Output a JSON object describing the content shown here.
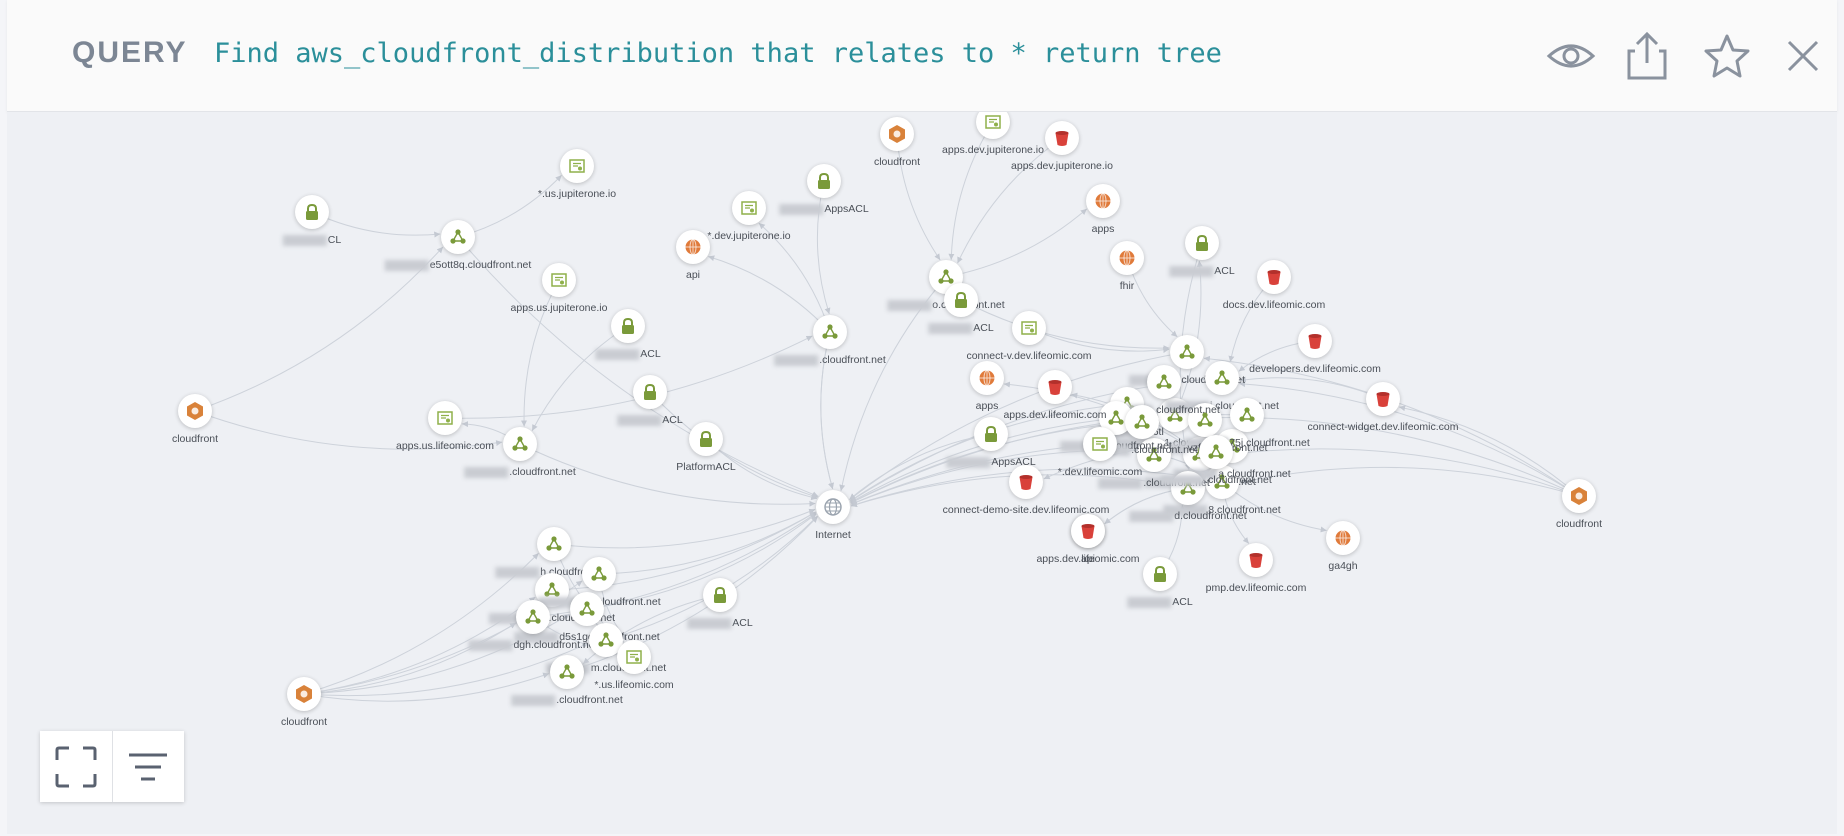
{
  "header": {
    "label": "QUERY",
    "query": "Find aws_cloudfront_distribution that relates to * return tree",
    "actions": [
      {
        "name": "view-icon"
      },
      {
        "name": "share-icon"
      },
      {
        "name": "star-icon"
      },
      {
        "name": "close-icon"
      }
    ]
  },
  "controls": [
    {
      "name": "fullscreen-icon"
    },
    {
      "name": "filter-icon"
    }
  ],
  "colors": {
    "query_text": "#2b8f9a",
    "query_label": "#7c8694",
    "acl": "#7a9a3a",
    "distribution": "#7a9a3a",
    "cert": "#8fb04a",
    "domain": "#e07a3a",
    "bucket": "#d9413a",
    "internet": "#9aa3ae",
    "edge": "#cdd2da"
  },
  "graph": {
    "nodes": [
      {
        "id": "inet",
        "type": "internet",
        "label": "Internet"
      },
      {
        "id": "cf1",
        "type": "cloudfront",
        "label": "cloudfront"
      },
      {
        "id": "cf2",
        "type": "cloudfront",
        "label": "cloudfront"
      },
      {
        "id": "cf3",
        "type": "cloudfront",
        "label": "cloudfront"
      },
      {
        "id": "cf4",
        "type": "cloudfront",
        "label": "cloudfront"
      },
      {
        "id": "d1",
        "type": "dist",
        "label": "e5ott8q.cloudfront.net",
        "redacted": true
      },
      {
        "id": "d2",
        "type": "dist",
        "label": ".cloudfront.net",
        "redacted": true
      },
      {
        "id": "d3",
        "type": "dist",
        "label": ".cloudfront.net",
        "redacted": true
      },
      {
        "id": "d4",
        "type": "dist",
        "label": "o.cloudfront.net",
        "redacted": true
      },
      {
        "id": "d5",
        "type": "dist",
        "label": "h.cloudfront.net",
        "redacted": true
      },
      {
        "id": "d6",
        "type": "dist",
        "label": "tn1.cloudfront.net",
        "redacted": true
      },
      {
        "id": "d7",
        "type": "dist",
        "label": "1a.cloudfront.net",
        "redacted": true
      },
      {
        "id": "d8",
        "type": "dist",
        "label": "d5s1gc.cloudfront.net",
        "redacted": true
      },
      {
        "id": "d9",
        "type": "dist",
        "label": "dgh.cloudfront.net",
        "redacted": true
      },
      {
        "id": "d10",
        "type": "dist",
        "label": "m.cloudfront.net",
        "redacted": true
      },
      {
        "id": "d11",
        "type": "dist",
        "label": ".cloudfront.net",
        "redacted": true
      },
      {
        "id": "d12",
        "type": "dist",
        "label": "y.cloudfront.net",
        "redacted": true
      },
      {
        "id": "d13",
        "type": "dist",
        "label": "u1.cloudfront.net",
        "redacted": true
      },
      {
        "id": "d14",
        "type": "dist",
        "label": "i.cloudfront.net",
        "redacted": true
      },
      {
        "id": "d15",
        "type": "dist",
        "label": "d3p6tl",
        "redacted": true
      },
      {
        "id": "d16",
        "type": "dist",
        "label": ".cloudfront.net",
        "redacted": true
      },
      {
        "id": "d17",
        "type": "dist",
        "label": "8.cloudfront.net",
        "redacted": true
      },
      {
        "id": "d18",
        "type": "dist",
        "label": "a.cloudfront.net",
        "redacted": true
      },
      {
        "id": "d19",
        "type": "dist",
        "label": "75j.cloudfront.net",
        "redacted": true
      },
      {
        "id": "d20",
        "type": "dist",
        "label": "vzf.cloudfront.net",
        "redacted": true
      },
      {
        "id": "d21",
        "type": "dist",
        "label": "d.cloudfront.net",
        "redacted": true
      },
      {
        "id": "d22",
        "type": "dist",
        "label": ".cloudfront.net",
        "redacted": true
      },
      {
        "id": "d23",
        "type": "dist",
        "label": ".cloudfront.net",
        "redacted": true
      },
      {
        "id": "d24",
        "type": "dist",
        "label": ".cloudfront.net",
        "redacted": true
      },
      {
        "id": "d25",
        "type": "dist",
        "label": ".cloudfront.net",
        "redacted": true
      },
      {
        "id": "d26",
        "type": "dist",
        "label": ".cloudfront.net",
        "redacted": true
      },
      {
        "id": "a1",
        "type": "acl",
        "label": "CL",
        "redacted": true
      },
      {
        "id": "a2",
        "type": "acl",
        "label": "ACL",
        "redacted": true
      },
      {
        "id": "a3",
        "type": "acl",
        "label": "ACL",
        "redacted": true
      },
      {
        "id": "a4",
        "type": "acl",
        "label": "PlatformACL"
      },
      {
        "id": "a5",
        "type": "acl",
        "label": "ACL",
        "redacted": true
      },
      {
        "id": "a6",
        "type": "acl",
        "label": "AppsACL",
        "redacted": true
      },
      {
        "id": "a7",
        "type": "acl",
        "label": "ACL",
        "redacted": true
      },
      {
        "id": "a8",
        "type": "acl",
        "label": "AppsACL",
        "redacted": true
      },
      {
        "id": "a9",
        "type": "acl",
        "label": "ACL",
        "redacted": true
      },
      {
        "id": "a10",
        "type": "acl",
        "label": "ACL",
        "redacted": true
      },
      {
        "id": "c1",
        "type": "cert",
        "label": "*.us.jupiterone.io"
      },
      {
        "id": "c2",
        "type": "cert",
        "label": "apps.us.jupiterone.io"
      },
      {
        "id": "c3",
        "type": "cert",
        "label": "apps.us.lifeomic.com"
      },
      {
        "id": "c4",
        "type": "cert",
        "label": "*.dev.jupiterone.io"
      },
      {
        "id": "c5",
        "type": "cert",
        "label": "apps.dev.jupiterone.io"
      },
      {
        "id": "c6",
        "type": "cert",
        "label": "connect-v.dev.lifeomic.com"
      },
      {
        "id": "c7",
        "type": "cert",
        "label": "*.dev.lifeomic.com"
      },
      {
        "id": "c8",
        "type": "cert",
        "label": "*.us.lifeomic.com"
      },
      {
        "id": "o1",
        "type": "domain",
        "label": "api"
      },
      {
        "id": "o2",
        "type": "domain",
        "label": "apps"
      },
      {
        "id": "o3",
        "type": "domain",
        "label": "fhir"
      },
      {
        "id": "o4",
        "type": "domain",
        "label": "apps"
      },
      {
        "id": "o5",
        "type": "domain",
        "label": "api"
      },
      {
        "id": "o6",
        "type": "domain",
        "label": "ga4gh"
      },
      {
        "id": "b1",
        "type": "bucket",
        "label": "apps.dev.jupiterone.io"
      },
      {
        "id": "b2",
        "type": "bucket",
        "label": "docs.dev.lifeomic.com"
      },
      {
        "id": "b3",
        "type": "bucket",
        "label": "developers.dev.lifeomic.com"
      },
      {
        "id": "b4",
        "type": "bucket",
        "label": "connect-widget.dev.lifeomic.com"
      },
      {
        "id": "b5",
        "type": "bucket",
        "label": "apps.dev.lifeomic.com"
      },
      {
        "id": "b6",
        "type": "bucket",
        "label": "connect-demo-site.dev.lifeomic.com"
      },
      {
        "id": "b7",
        "type": "bucket",
        "label": "apps.dev.lifeomic.com"
      },
      {
        "id": "b8",
        "type": "bucket",
        "label": "pmp.dev.lifeomic.com"
      }
    ],
    "edges": [
      [
        "a1",
        "d1"
      ],
      [
        "d1",
        "c1"
      ],
      [
        "cf1",
        "d1"
      ],
      [
        "cf1",
        "d2"
      ],
      [
        "d1",
        "inet"
      ],
      [
        "c2",
        "d2"
      ],
      [
        "a2",
        "d2"
      ],
      [
        "d2",
        "inet"
      ],
      [
        "d2",
        "c3"
      ],
      [
        "a3",
        "inet"
      ],
      [
        "a4",
        "inet"
      ],
      [
        "cf2",
        "d5"
      ],
      [
        "cf2",
        "d6"
      ],
      [
        "cf2",
        "d7"
      ],
      [
        "cf2",
        "d8"
      ],
      [
        "cf2",
        "d9"
      ],
      [
        "cf2",
        "d10"
      ],
      [
        "cf2",
        "d11"
      ],
      [
        "d3",
        "inet"
      ],
      [
        "d5",
        "inet"
      ],
      [
        "d6",
        "inet"
      ],
      [
        "d7",
        "inet"
      ],
      [
        "d8",
        "inet"
      ],
      [
        "d9",
        "inet"
      ],
      [
        "d10",
        "inet"
      ],
      [
        "d11",
        "inet"
      ],
      [
        "d5",
        "c8"
      ],
      [
        "d7",
        "c8"
      ],
      [
        "d8",
        "c8"
      ],
      [
        "d9",
        "c8"
      ],
      [
        "a5",
        "d11"
      ],
      [
        "c3",
        "d3"
      ],
      [
        "a6",
        "d3"
      ],
      [
        "d3",
        "c4"
      ],
      [
        "d3",
        "o1"
      ],
      [
        "d3",
        "inet"
      ],
      [
        "cf3",
        "d4"
      ],
      [
        "c5",
        "d4"
      ],
      [
        "b1",
        "d4"
      ],
      [
        "d4",
        "o2"
      ],
      [
        "d4",
        "inet"
      ],
      [
        "a7",
        "d12"
      ],
      [
        "a8",
        "inet"
      ],
      [
        "o3",
        "d12"
      ],
      [
        "c6",
        "d12"
      ],
      [
        "b2",
        "d14"
      ],
      [
        "b3",
        "d14"
      ],
      [
        "b4",
        "d14"
      ],
      [
        "cf4",
        "d12"
      ],
      [
        "cf4",
        "d14"
      ],
      [
        "cf4",
        "d16"
      ],
      [
        "cf4",
        "d17"
      ],
      [
        "cf4",
        "d13"
      ],
      [
        "cf4",
        "b4"
      ],
      [
        "d12",
        "inet"
      ],
      [
        "d13",
        "inet"
      ],
      [
        "d14",
        "inet"
      ],
      [
        "d15",
        "inet"
      ],
      [
        "d16",
        "inet"
      ],
      [
        "d17",
        "inet"
      ],
      [
        "d18",
        "inet"
      ],
      [
        "d19",
        "inet"
      ],
      [
        "d20",
        "inet"
      ],
      [
        "d21",
        "inet"
      ],
      [
        "d16",
        "o4"
      ],
      [
        "d16",
        "b5"
      ],
      [
        "d17",
        "c7"
      ],
      [
        "d18",
        "b6"
      ],
      [
        "d13",
        "a9"
      ],
      [
        "d21",
        "o5"
      ],
      [
        "d21",
        "b7"
      ],
      [
        "d17",
        "o6"
      ],
      [
        "d17",
        "b8"
      ],
      [
        "a10",
        "d21"
      ],
      [
        "a9",
        "d21"
      ]
    ]
  }
}
